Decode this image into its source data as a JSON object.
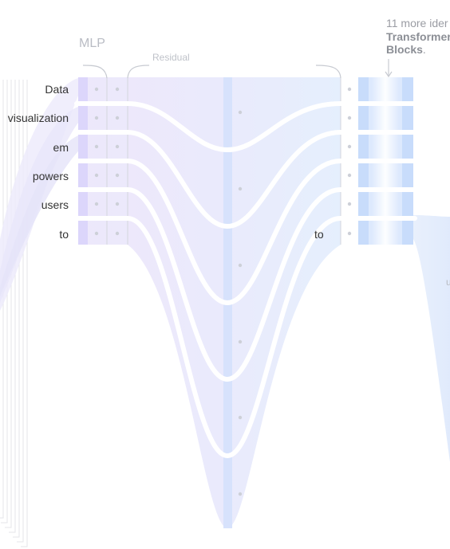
{
  "section_labels": {
    "mlp": "MLP",
    "residual": "Residual"
  },
  "tokens": [
    "Data",
    "visualization",
    "em",
    "powers",
    "users",
    "to"
  ],
  "right_token": "to",
  "annotation": {
    "line1": "11 more ider",
    "line2": "Transformer",
    "line3": "Blocks",
    "period": "."
  },
  "truncated_label": "u",
  "colors": {
    "purple_band": "#ede9fb",
    "blue_band": "#e6effd",
    "deep_purple_bar": "#ddd7fb",
    "deep_blue_bar": "#c9dcfb",
    "center_column": "#d6e1fb",
    "dots": "#cfd2da",
    "brackets": "#c9ccd3"
  }
}
